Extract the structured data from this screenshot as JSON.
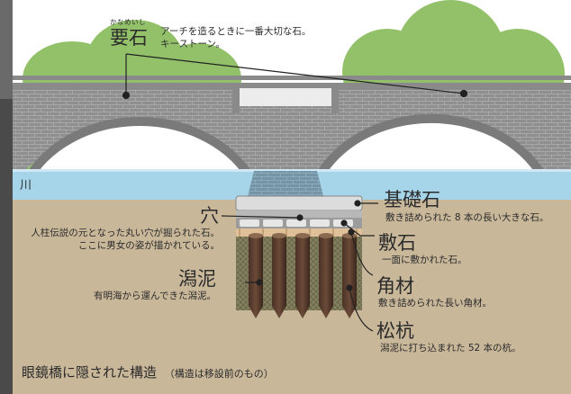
{
  "labels": {
    "keystone": {
      "reading": "かなめいし",
      "name": "要石",
      "desc1": "アーチを造るときに一番大切な石。",
      "desc2": "キーストーン。"
    },
    "river": "川",
    "foundation": {
      "name": "基礎石",
      "desc": "敷き詰められた 8 本の長い大きな石。"
    },
    "hole": {
      "name": "穴",
      "desc1": "人柱伝説の元となった丸い穴が掘られた石。",
      "desc2": "ここに男女の姿が描かれている。"
    },
    "paving": {
      "name": "敷石",
      "desc": "一面に敷かれた石。"
    },
    "mud": {
      "name": "潟泥",
      "desc": "有明海から運んできた潟泥。"
    },
    "timber": {
      "name": "角材",
      "desc": "敷き詰められた長い角材。"
    },
    "pile": {
      "name": "松杭",
      "desc": "潟泥に打ち込まれた 52 本の杭。"
    }
  },
  "caption": {
    "title": "眼鏡橋に隠された構造",
    "note": "（構造は移設前のもの）"
  },
  "colors": {
    "trees": "#92c16a",
    "river": "#a6d4e8",
    "ground": "#c9b79a",
    "stone": "#8f8f8f"
  }
}
